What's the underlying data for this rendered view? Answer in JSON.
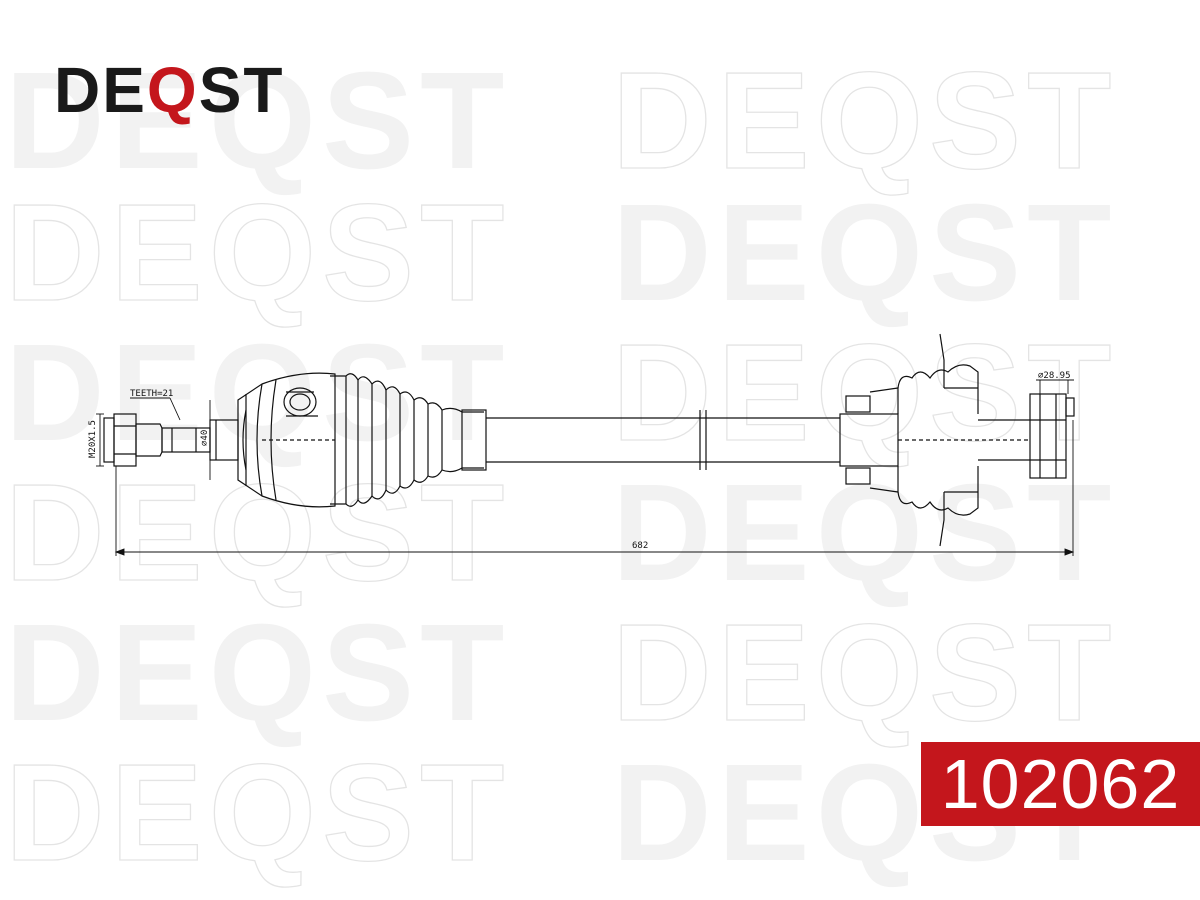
{
  "brand": {
    "prefix": "DE",
    "q": "Q",
    "suffix": "ST",
    "accent_color": "#c4161c"
  },
  "watermark": {
    "text": "DEQST"
  },
  "part_number": "102062",
  "drawing": {
    "labels": {
      "teeth": "TEETH=21",
      "thread": "M20X1.5",
      "shaft_diameter": "⌀40",
      "right_diameter": "⌀28.95",
      "overall_length": "682"
    }
  }
}
